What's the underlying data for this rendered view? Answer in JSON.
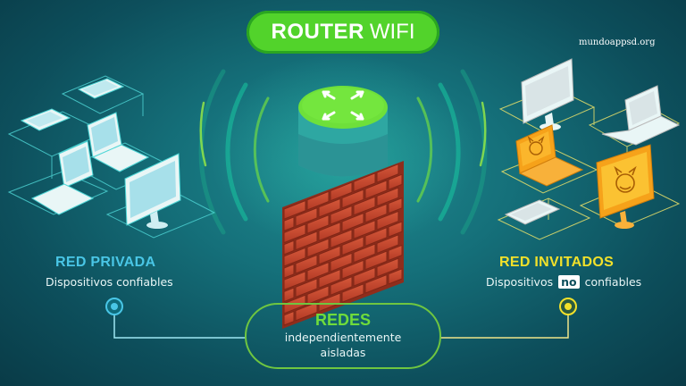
{
  "header": {
    "title_bold": "ROUTER",
    "title_light": "WIFI"
  },
  "watermark": "mundoappsd.org",
  "left_network": {
    "title": "RED PRIVADA",
    "subtitle": "Dispositivos confiables"
  },
  "right_network": {
    "title": "RED INVITADOS",
    "subtitle_before": "Dispositivos",
    "subtitle_badge": "no",
    "subtitle_after": "confiables"
  },
  "center": {
    "title": "REDES",
    "line1": "independientemente",
    "line2": "aisladas"
  },
  "colors": {
    "green": "#52d32b",
    "cyan": "#49c6e6",
    "yellow": "#f2e12a",
    "brick": "#c8452d",
    "orange": "#f6a21a"
  },
  "icons": [
    "router-icon",
    "brick-wall-icon",
    "laptop-icon",
    "tablet-icon",
    "phone-icon",
    "monitor-icon",
    "devil-icon"
  ]
}
